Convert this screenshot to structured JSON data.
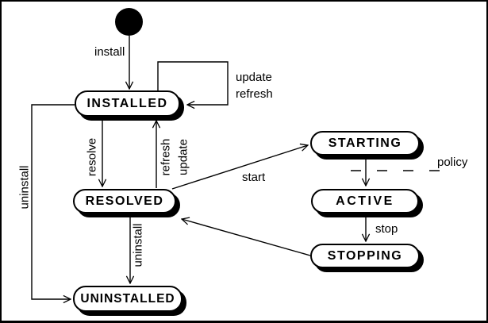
{
  "diagram": {
    "states": {
      "installed": {
        "label": "INSTALLED"
      },
      "resolved": {
        "label": "RESOLVED"
      },
      "uninstalled": {
        "label": "UNINSTALLED"
      },
      "starting": {
        "label": "STARTING"
      },
      "active": {
        "label": "ACTIVE"
      },
      "stopping": {
        "label": "STOPPING"
      }
    },
    "transitions": {
      "install": "install",
      "loop_update": "update",
      "loop_refresh": "refresh",
      "resolve": "resolve",
      "up_refresh": "refresh",
      "up_update": "update",
      "uninstall_left": "uninstall",
      "uninstall_mid": "uninstall",
      "start": "start",
      "policy": "policy",
      "stop": "stop"
    },
    "colors": {
      "ink": "#000000",
      "paper": "#ffffff"
    }
  }
}
